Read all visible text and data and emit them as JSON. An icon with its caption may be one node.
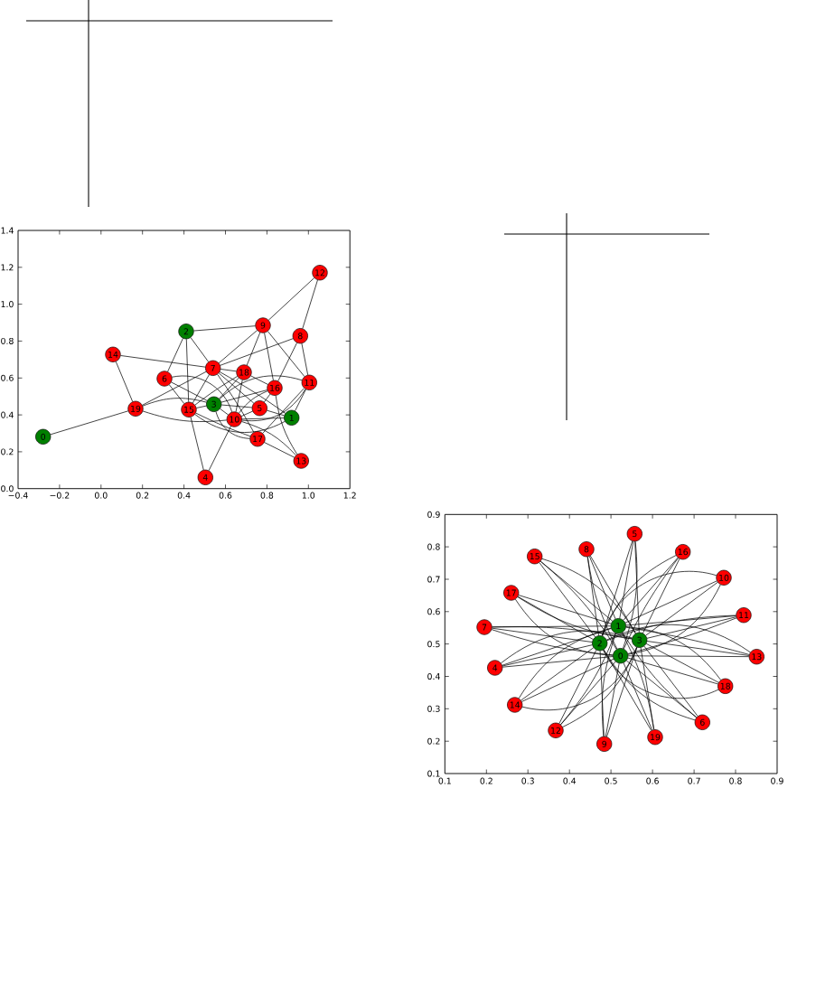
{
  "diagram": {
    "nodes": [
      {
        "text": [
          "0"
        ]
      },
      {
        "text": [
          "1"
        ]
      },
      {
        "text": [
          "2"
        ]
      },
      {
        "text": [
          "3"
        ]
      },
      {
        "text": [
          "4"
        ]
      },
      {
        "text": [
          "5"
        ]
      },
      {
        "text": [
          "6"
        ]
      },
      {
        "text": [
          "7"
        ]
      },
      {
        "text": [
          "8"
        ]
      },
      {
        "text": [
          "9"
        ]
      },
      {
        "text": [
          "10"
        ]
      },
      {
        "text": [
          "11"
        ]
      },
      {
        "text": [
          "12"
        ]
      },
      {
        "text": [
          "13"
        ]
      },
      {
        "text": [
          "14"
        ]
      },
      {
        "text": [
          "15"
        ]
      },
      {
        "text": [
          "16"
        ]
      },
      {
        "text": [
          "17"
        ]
      },
      {
        "text": [
          "18"
        ]
      },
      {
        "text": [
          "19"
        ]
      },
      {
        "text": [
          "0"
        ]
      },
      {
        "text": [
          "1"
        ]
      },
      {
        "text": [
          "2"
        ]
      },
      {
        "text": [
          "3"
        ]
      },
      {
        "text": [
          "4"
        ]
      },
      {
        "text": [
          "5"
        ]
      },
      {
        "text": [
          "6"
        ]
      },
      {
        "text": [
          "7"
        ]
      },
      {
        "text": [
          "8"
        ]
      },
      {
        "text": [
          "9"
        ]
      },
      {
        "text": [
          "10"
        ]
      },
      {
        "text": [
          "11"
        ]
      },
      {
        "text": [
          "12"
        ]
      },
      {
        "text": [
          "13"
        ]
      },
      {
        "text": [
          "14"
        ]
      },
      {
        "text": [
          "15"
        ]
      },
      {
        "text": [
          "16"
        ]
      },
      {
        "text": [
          "17"
        ]
      },
      {
        "text": [
          "18"
        ]
      },
      {
        "text": [
          "19"
        ]
      }
    ],
    "edges": [
      {
        "from": 0,
        "to": 19,
        "arrow": "none"
      },
      {
        "from": 14,
        "to": 19,
        "arrow": "none"
      },
      {
        "from": 14,
        "to": 7,
        "arrow": "none"
      },
      {
        "from": 19,
        "to": 7,
        "arrow": "none"
      },
      {
        "from": 19,
        "to": 3,
        "arrow": "none"
      },
      {
        "from": 19,
        "to": 10,
        "arrow": "none"
      },
      {
        "from": 6,
        "to": 2,
        "arrow": "none"
      },
      {
        "from": 6,
        "to": 3,
        "arrow": "none"
      },
      {
        "from": 6,
        "to": 10,
        "arrow": "none"
      },
      {
        "from": 6,
        "to": 15,
        "arrow": "none"
      },
      {
        "from": 2,
        "to": 9,
        "arrow": "none"
      },
      {
        "from": 2,
        "to": 7,
        "arrow": "none"
      },
      {
        "from": 2,
        "to": 15,
        "arrow": "none"
      },
      {
        "from": 9,
        "to": 12,
        "arrow": "none"
      },
      {
        "from": 12,
        "to": 8,
        "arrow": "none"
      },
      {
        "from": 9,
        "to": 7,
        "arrow": "none"
      },
      {
        "from": 8,
        "to": 7,
        "arrow": "none"
      },
      {
        "from": 9,
        "to": 18,
        "arrow": "none"
      },
      {
        "from": 9,
        "to": 16,
        "arrow": "none"
      },
      {
        "from": 9,
        "to": 11,
        "arrow": "none"
      },
      {
        "from": 8,
        "to": 16,
        "arrow": "none"
      },
      {
        "from": 8,
        "to": 11,
        "arrow": "none"
      },
      {
        "from": 11,
        "to": 1,
        "arrow": "none"
      },
      {
        "from": 11,
        "to": 3,
        "arrow": "none"
      },
      {
        "from": 11,
        "to": 10,
        "arrow": "none"
      },
      {
        "from": 11,
        "to": 17,
        "arrow": "none"
      },
      {
        "from": 7,
        "to": 15,
        "arrow": "none"
      },
      {
        "from": 7,
        "to": 18,
        "arrow": "none"
      },
      {
        "from": 7,
        "to": 5,
        "arrow": "none"
      },
      {
        "from": 7,
        "to": 17,
        "arrow": "none"
      },
      {
        "from": 7,
        "to": 1,
        "arrow": "none"
      },
      {
        "from": 18,
        "to": 15,
        "arrow": "none"
      },
      {
        "from": 18,
        "to": 3,
        "arrow": "none"
      },
      {
        "from": 18,
        "to": 10,
        "arrow": "none"
      },
      {
        "from": 18,
        "to": 16,
        "arrow": "none"
      },
      {
        "from": 16,
        "to": 3,
        "arrow": "none"
      },
      {
        "from": 16,
        "to": 10,
        "arrow": "none"
      },
      {
        "from": 16,
        "to": 5,
        "arrow": "none"
      },
      {
        "from": 16,
        "to": 13,
        "arrow": "none"
      },
      {
        "from": 15,
        "to": 3,
        "arrow": "none"
      },
      {
        "from": 15,
        "to": 1,
        "arrow": "none"
      },
      {
        "from": 10,
        "to": 13,
        "arrow": "none"
      },
      {
        "from": 15,
        "to": 17,
        "arrow": "none"
      },
      {
        "from": 15,
        "to": 4,
        "arrow": "none"
      },
      {
        "from": 3,
        "to": 5,
        "arrow": "none"
      },
      {
        "from": 3,
        "to": 10,
        "arrow": "none"
      },
      {
        "from": 3,
        "to": 17,
        "arrow": "none"
      },
      {
        "from": 5,
        "to": 1,
        "arrow": "none"
      },
      {
        "from": 5,
        "to": 10,
        "arrow": "none"
      },
      {
        "from": 10,
        "to": 1,
        "arrow": "none"
      },
      {
        "from": 10,
        "to": 4,
        "arrow": "none"
      },
      {
        "from": 17,
        "to": 13,
        "arrow": "none"
      },
      {
        "from": 20,
        "to": 24,
        "arrow": "none"
      },
      {
        "from": 20,
        "to": 25,
        "arrow": "none"
      },
      {
        "from": 20,
        "to": 26,
        "arrow": "none"
      },
      {
        "from": 20,
        "to": 27,
        "arrow": "none"
      },
      {
        "from": 20,
        "to": 28,
        "arrow": "none"
      },
      {
        "from": 20,
        "to": 29,
        "arrow": "none"
      },
      {
        "from": 20,
        "to": 30,
        "arrow": "none"
      },
      {
        "from": 20,
        "to": 31,
        "arrow": "none"
      },
      {
        "from": 20,
        "to": 32,
        "arrow": "none"
      },
      {
        "from": 20,
        "to": 33,
        "arrow": "none"
      },
      {
        "from": 20,
        "to": 34,
        "arrow": "none"
      },
      {
        "from": 20,
        "to": 35,
        "arrow": "none"
      },
      {
        "from": 20,
        "to": 36,
        "arrow": "none"
      },
      {
        "from": 20,
        "to": 37,
        "arrow": "none"
      },
      {
        "from": 20,
        "to": 38,
        "arrow": "none"
      },
      {
        "from": 20,
        "to": 39,
        "arrow": "none"
      },
      {
        "from": 21,
        "to": 24,
        "arrow": "none"
      },
      {
        "from": 21,
        "to": 25,
        "arrow": "none"
      },
      {
        "from": 21,
        "to": 26,
        "arrow": "none"
      },
      {
        "from": 21,
        "to": 27,
        "arrow": "none"
      },
      {
        "from": 21,
        "to": 28,
        "arrow": "none"
      },
      {
        "from": 21,
        "to": 29,
        "arrow": "none"
      },
      {
        "from": 21,
        "to": 30,
        "arrow": "none"
      },
      {
        "from": 21,
        "to": 31,
        "arrow": "none"
      },
      {
        "from": 21,
        "to": 32,
        "arrow": "none"
      },
      {
        "from": 21,
        "to": 33,
        "arrow": "none"
      },
      {
        "from": 21,
        "to": 34,
        "arrow": "none"
      },
      {
        "from": 21,
        "to": 35,
        "arrow": "none"
      },
      {
        "from": 21,
        "to": 36,
        "arrow": "none"
      },
      {
        "from": 21,
        "to": 37,
        "arrow": "none"
      },
      {
        "from": 21,
        "to": 38,
        "arrow": "none"
      },
      {
        "from": 21,
        "to": 39,
        "arrow": "none"
      },
      {
        "from": 22,
        "to": 24,
        "arrow": "none"
      },
      {
        "from": 22,
        "to": 25,
        "arrow": "none"
      },
      {
        "from": 22,
        "to": 26,
        "arrow": "none"
      },
      {
        "from": 22,
        "to": 27,
        "arrow": "none"
      },
      {
        "from": 22,
        "to": 28,
        "arrow": "none"
      },
      {
        "from": 22,
        "to": 29,
        "arrow": "none"
      },
      {
        "from": 22,
        "to": 30,
        "arrow": "none"
      },
      {
        "from": 22,
        "to": 31,
        "arrow": "none"
      },
      {
        "from": 22,
        "to": 32,
        "arrow": "none"
      },
      {
        "from": 22,
        "to": 33,
        "arrow": "none"
      },
      {
        "from": 22,
        "to": 34,
        "arrow": "none"
      },
      {
        "from": 22,
        "to": 35,
        "arrow": "none"
      },
      {
        "from": 22,
        "to": 36,
        "arrow": "none"
      },
      {
        "from": 22,
        "to": 37,
        "arrow": "none"
      },
      {
        "from": 22,
        "to": 38,
        "arrow": "none"
      },
      {
        "from": 22,
        "to": 39,
        "arrow": "none"
      },
      {
        "from": 23,
        "to": 24,
        "arrow": "none"
      },
      {
        "from": 23,
        "to": 25,
        "arrow": "none"
      },
      {
        "from": 23,
        "to": 26,
        "arrow": "none"
      },
      {
        "from": 23,
        "to": 27,
        "arrow": "none"
      },
      {
        "from": 23,
        "to": 28,
        "arrow": "none"
      },
      {
        "from": 23,
        "to": 29,
        "arrow": "none"
      },
      {
        "from": 23,
        "to": 30,
        "arrow": "none"
      },
      {
        "from": 23,
        "to": 31,
        "arrow": "none"
      },
      {
        "from": 23,
        "to": 32,
        "arrow": "none"
      },
      {
        "from": 23,
        "to": 33,
        "arrow": "none"
      },
      {
        "from": 23,
        "to": 34,
        "arrow": "none"
      },
      {
        "from": 23,
        "to": 35,
        "arrow": "none"
      },
      {
        "from": 23,
        "to": 36,
        "arrow": "none"
      },
      {
        "from": 23,
        "to": 37,
        "arrow": "none"
      },
      {
        "from": 23,
        "to": 38,
        "arrow": "none"
      },
      {
        "from": 23,
        "to": 39,
        "arrow": "none"
      }
    ],
    "labels": [
      "1.4",
      "1.2",
      "1.0",
      "0.8",
      "0.6",
      "0.4",
      "0.2",
      "0.0",
      "−0.4",
      "−0.2",
      "0.0",
      "0.2",
      "0.4",
      "0.6",
      "0.8",
      "1.0",
      "1.2",
      "0.9",
      "0.8",
      "0.7",
      "0.6",
      "0.5",
      "0.4",
      "0.3",
      "0.2",
      "0.1",
      "0.1",
      "0.2",
      "0.3",
      "0.4",
      "0.5",
      "0.6",
      "0.7",
      "0.8",
      "0.9"
    ]
  }
}
